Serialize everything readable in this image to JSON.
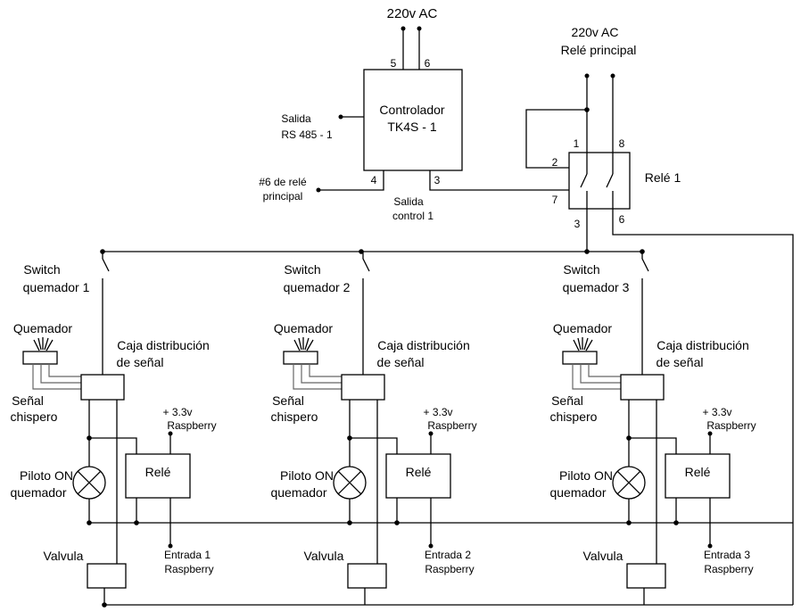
{
  "mains": {
    "top_label": "220v AC",
    "relay_label": "220v AC",
    "relay_label2": "Relé principal"
  },
  "controller": {
    "line1": "Controlador",
    "line2": "TK4S - 1",
    "pin5": "5",
    "pin6": "6",
    "pin4": "4",
    "pin3": "3",
    "rs485_line1": "Salida",
    "rs485_line2": "RS 485 - 1",
    "relay6_line1": "#6 de relé",
    "relay6_line2": "principal",
    "control_line1": "Salida",
    "control_line2": "control 1"
  },
  "relay1": {
    "label": "Relé  1",
    "pin1": "1",
    "pin2": "2",
    "pin3": "3",
    "pin6": "6",
    "pin7": "7",
    "pin8": "8"
  },
  "burners": [
    {
      "switch_line1": "Switch",
      "switch_line2": "quemador 1",
      "burner": "Quemador",
      "dist_line1": "Caja distribución",
      "dist_line2": "de señal",
      "spark_line1": "Señal",
      "spark_line2": "chispero",
      "supply_line1": "+ 3.3v",
      "supply_line2": "Raspberry",
      "pilot_line1": "Piloto  ON",
      "pilot_line2": "quemador",
      "relay": "Relé",
      "valve": "Valvula",
      "input_line1": "Entrada 1",
      "input_line2": "Raspberry"
    },
    {
      "switch_line1": "Switch",
      "switch_line2": "quemador 2",
      "burner": "Quemador",
      "dist_line1": "Caja distribución",
      "dist_line2": "de señal",
      "spark_line1": "Señal",
      "spark_line2": "chispero",
      "supply_line1": "+ 3.3v",
      "supply_line2": "Raspberry",
      "pilot_line1": "Piloto  ON",
      "pilot_line2": "quemador",
      "relay": "Relé",
      "valve": "Valvula",
      "input_line1": "Entrada 2",
      "input_line2": "Raspberry"
    },
    {
      "switch_line1": "Switch",
      "switch_line2": "quemador 3",
      "burner": "Quemador",
      "dist_line1": "Caja distribución",
      "dist_line2": "de señal",
      "spark_line1": "Señal",
      "spark_line2": "chispero",
      "supply_line1": "+ 3.3v",
      "supply_line2": "Raspberry",
      "pilot_line1": "Piloto  ON",
      "pilot_line2": "quemador",
      "relay": "Relé",
      "valve": "Valvula",
      "input_line1": "Entrada 3",
      "input_line2": "Raspberry"
    }
  ]
}
